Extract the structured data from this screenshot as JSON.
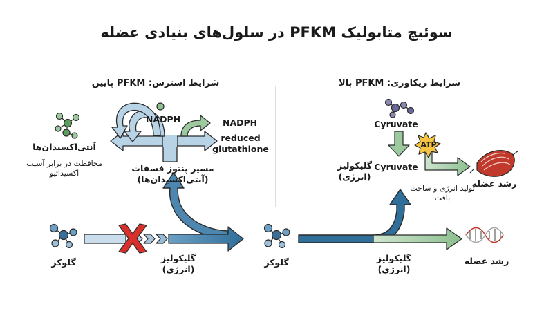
{
  "title": "سوئیچ متابولیک PFKM در سلول‌های بنیادی عضله",
  "left_panel": {
    "header": "شرایط استرس: PFKM پایین",
    "glucose_label": "گلوکز",
    "glycolysis_label": "گلیکولیز (انرژی)",
    "ppp_label": "مسیر پنتوز فسفات (آنتی‌اکسیدان‌ها)",
    "nadph_top": "NADPH",
    "nadph_right": "NADPH",
    "glutathione_label": "reduced glutathione",
    "antioxidants_label": "آنتی‌اکسیدان‌ها",
    "antioxidants_desc": "محافظت در برابر آسیب اکسیداتیو"
  },
  "right_panel": {
    "header": "شرایط ریکاوری: PFKM بالا",
    "cyruvate_top": "Cyruvate",
    "cyruvate_bottom": "Cyruvate",
    "atp_label": "ATP",
    "glycolysis_upper": "گلیکولیز (انرژی)",
    "muscle_growth_upper": "رشد عضله",
    "energy_desc": "تولید انرژی و ساخت بافت",
    "glucose_label": "گلوکز",
    "glycolysis_lower": "گلیکولیز (انرژی)",
    "muscle_growth_lower": "رشد عضله"
  },
  "colors": {
    "glycolysis_blue": "#2f6f9a",
    "ppp_light_blue": "#a9c8df",
    "green_arrow": "#8cbf8f",
    "block_red": "#d8312c",
    "atp_yellow": "#f5c542",
    "muscle_red": "#c0392b",
    "molecule_blue": "#3a6d98",
    "molecule_green": "#5a9d5e",
    "molecule_purple": "#6a6a9a"
  },
  "icons": [
    "glucose-molecule-icon",
    "antioxidant-molecule-icon",
    "pyruvate-molecule-icon",
    "atp-burst-icon",
    "muscle-fiber-icon",
    "dna-helix-icon",
    "block-x-icon",
    "nadph-dot-icon"
  ]
}
